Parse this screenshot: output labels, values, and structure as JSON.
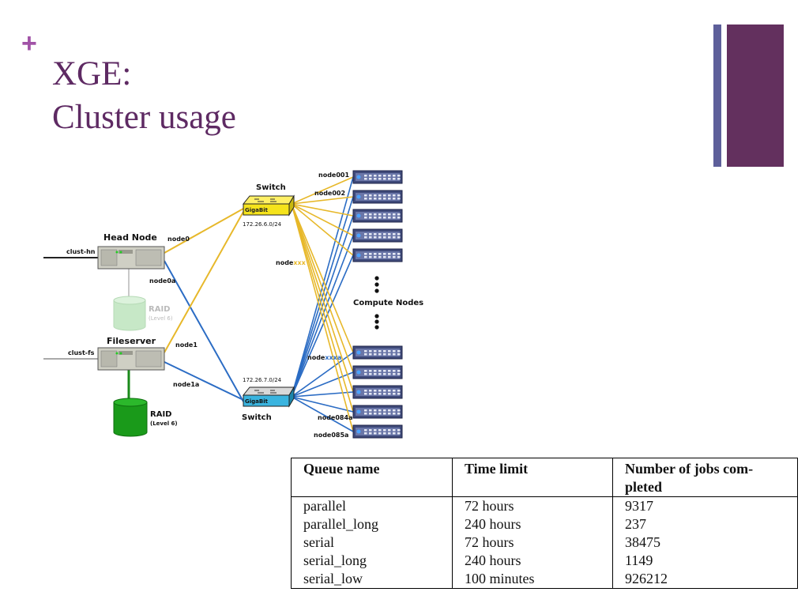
{
  "slide": {
    "bullet": "+",
    "title_line1": "XGE:",
    "title_line2": "Cluster usage",
    "colors": {
      "title": "#5e2a63",
      "plus": "#a153a7",
      "deco_thin": "#5d5f9a",
      "deco_thick": "#63305e"
    }
  },
  "diagram": {
    "head_node": {
      "title": "Head Node",
      "port": "clust-hn",
      "nic0": "node0",
      "nic1": "node0a"
    },
    "fileserver": {
      "title": "Fileserver",
      "port": "clust-fs",
      "nic0": "node1",
      "nic1": "node1a"
    },
    "raid_head": {
      "title": "RAID",
      "level": "(Level 6)"
    },
    "raid_fs": {
      "title": "RAID",
      "level": "(Level 6)"
    },
    "switch_top": {
      "label": "Switch",
      "brand": "GigaBit",
      "subnet": "172.26.6.0/24"
    },
    "switch_bottom": {
      "label": "Switch",
      "brand": "GigaBit",
      "subnet": "172.26.7.0/24"
    },
    "compute": {
      "title": "Compute Nodes",
      "node_top_1": "node001",
      "node_top_2": "node002",
      "node_mid_prefix": "node",
      "node_mid_suffix": "xxx",
      "node_midb_prefix": "node",
      "node_midb_suffix": "xxxa",
      "node_bot_1": "node084a",
      "node_bot_2": "node085a"
    },
    "colors": {
      "yellow_link": "#e7b82a",
      "blue_link": "#2b6cc4",
      "raid_active": "#1a9a1a",
      "raid_faded": "#c7e8c7",
      "switch_top": "#f5e31b",
      "switch_bottom": "#3ab4df"
    }
  },
  "table": {
    "headers": {
      "queue": "Queue name",
      "time": "Time limit",
      "jobs_line1": "Number of jobs com-",
      "jobs_line2": "pleted"
    },
    "rows": [
      {
        "queue": "parallel",
        "time": "72 hours",
        "jobs": "9317"
      },
      {
        "queue": "parallel_long",
        "time": "240 hours",
        "jobs": "237"
      },
      {
        "queue": "serial",
        "time": "72 hours",
        "jobs": "38475"
      },
      {
        "queue": "serial_long",
        "time": "240 hours",
        "jobs": "1149"
      },
      {
        "queue": "serial_low",
        "time": "100 minutes",
        "jobs": "926212"
      }
    ]
  }
}
